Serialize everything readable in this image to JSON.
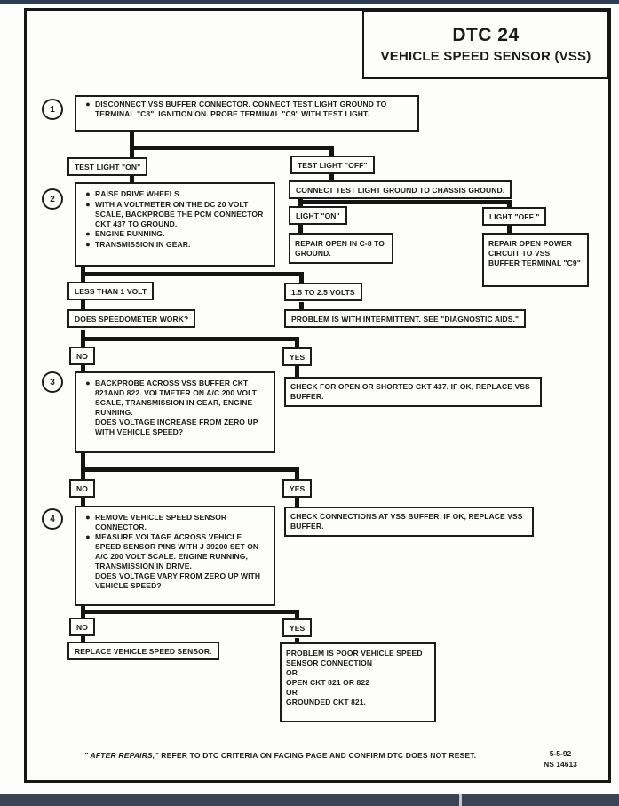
{
  "header": {
    "title": "DTC 24",
    "subtitle": "VEHICLE SPEED SENSOR (VSS)"
  },
  "steps": {
    "s1": {
      "num": "1",
      "text": "DISCONNECT VSS BUFFER CONNECTOR. CONNECT TEST LIGHT GROUND TO TERMINAL \"C8\", IGNITION ON. PROBE TERMINAL \"C9\"  WITH TEST LIGHT."
    },
    "s2": {
      "num": "2",
      "bullets": [
        "RAISE DRIVE WHEELS.",
        "WITH A VOLTMETER ON THE DC 20 VOLT SCALE, BACKPROBE THE PCM CONNECTOR CKT 437 TO GROUND.",
        "ENGINE RUNNING.",
        "TRANSMISSION IN GEAR."
      ]
    },
    "s3": {
      "num": "3",
      "bullet": "BACKPROBE ACROSS VSS BUFFER CKT 821AND 822. VOLTMETER ON A/C 200 VOLT SCALE, TRANSMISSION IN GEAR, ENGINE RUNNING.",
      "question": "DOES VOLTAGE INCREASE FROM ZERO UP WITH VEHICLE SPEED?"
    },
    "s4": {
      "num": "4",
      "bullets": [
        "REMOVE VEHICLE SPEED SENSOR CONNECTOR.",
        "MEASURE VOLTAGE ACROSS VEHICLE SPEED SENSOR PINS WITH J 39200 SET ON A/C 200 VOLT SCALE. ENGINE RUNNING, TRANSMISSION IN DRIVE."
      ],
      "question": "DOES VOLTAGE VARY FROM ZERO UP WITH VEHICLE SPEED?"
    }
  },
  "labels": {
    "test_light_on": "TEST LIGHT \"ON\"",
    "test_light_off": "TEST LIGHT \"OFF\"",
    "light_on": "LIGHT \"ON\"",
    "light_off": "LIGHT \"OFF \"",
    "less_than_1_volt": "LESS THAN 1 VOLT",
    "volts_1_5_to_2_5": "1.5 TO 2.5 VOLTS",
    "no": "NO",
    "yes": "YES"
  },
  "boxes": {
    "connect_chassis": "CONNECT TEST LIGHT GROUND TO CHASSIS GROUND.",
    "repair_c8": "REPAIR OPEN IN C-8 TO GROUND.",
    "repair_power": "REPAIR OPEN POWER CIRCUIT TO VSS BUFFER TERMINAL \"C9\"",
    "speedometer_q": "DOES SPEEDOMETER WORK?",
    "intermittent": "PROBLEM IS WITH INTERMITTENT. SEE \"DIAGNOSTIC AIDS.\"",
    "check_ckt437": "CHECK FOR OPEN OR SHORTED CKT 437. IF OK, REPLACE VSS BUFFER.",
    "check_connections": "CHECK CONNECTIONS AT VSS BUFFER. IF OK, REPLACE VSS BUFFER.",
    "replace_sensor": "REPLACE VEHICLE SPEED SENSOR.",
    "problem_poor": "PROBLEM IS POOR VEHICLE SPEED SENSOR CONNECTION\nOR\nOPEN CKT 821 OR 822\nOR\nGROUNDED CKT 821."
  },
  "footer": {
    "note_italic": "\" AFTER REPAIRS,\"",
    "note_rest": " REFER TO DTC CRITERIA ON FACING PAGE AND CONFIRM DTC DOES NOT RESET.",
    "date": "5-5-92",
    "doc_number": "NS 14613"
  },
  "colors": {
    "top_bar": "#2e3d55",
    "bottom_bar": "#3a4454",
    "bottom_bar_divider": "#c9c9c9",
    "line_color": "#141414"
  }
}
